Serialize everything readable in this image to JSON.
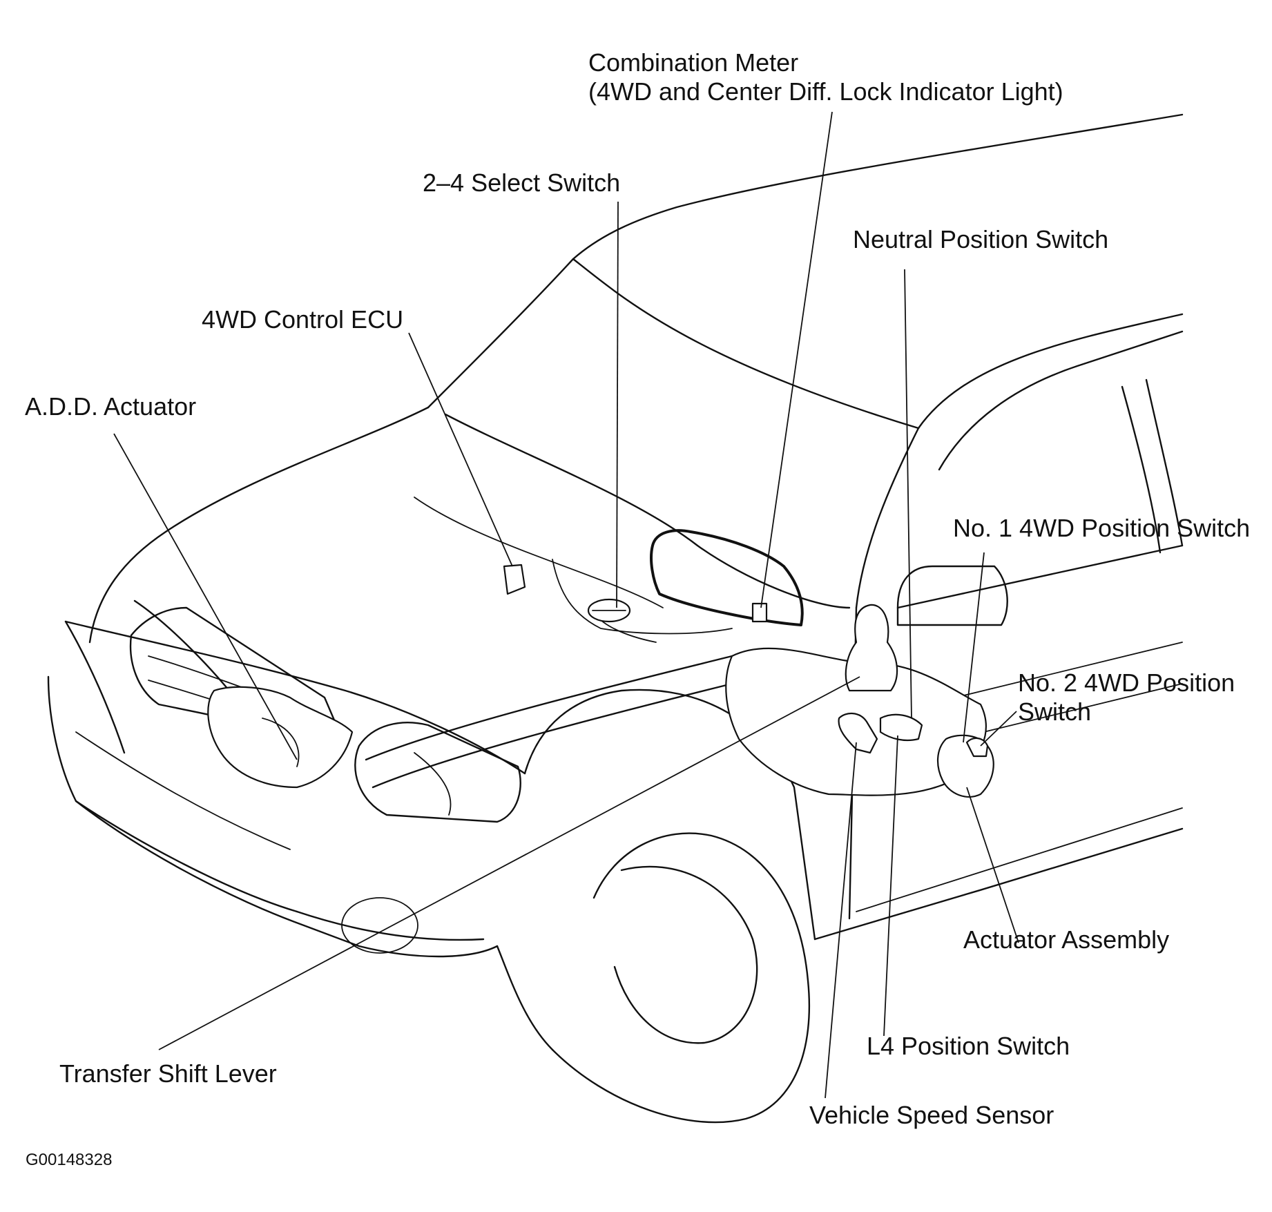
{
  "figure": {
    "code": "G00148328"
  },
  "labels": {
    "combination_meter_line1": "Combination Meter",
    "combination_meter_line2": "(4WD and Center Diff. Lock Indicator Light)",
    "select_switch": "2–4 Select Switch",
    "neutral_position_switch": "Neutral Position Switch",
    "control_ecu": "4WD Control ECU",
    "add_actuator": "A.D.D. Actuator",
    "no1_position_switch": "No. 1 4WD Position Switch",
    "no2_position_switch_line1": "No. 2 4WD Position",
    "no2_position_switch_line2": "Switch",
    "actuator_assembly": "Actuator Assembly",
    "l4_position_switch": "L4 Position Switch",
    "transfer_shift_lever": "Transfer Shift Lever",
    "vehicle_speed_sensor": "Vehicle Speed Sensor"
  }
}
